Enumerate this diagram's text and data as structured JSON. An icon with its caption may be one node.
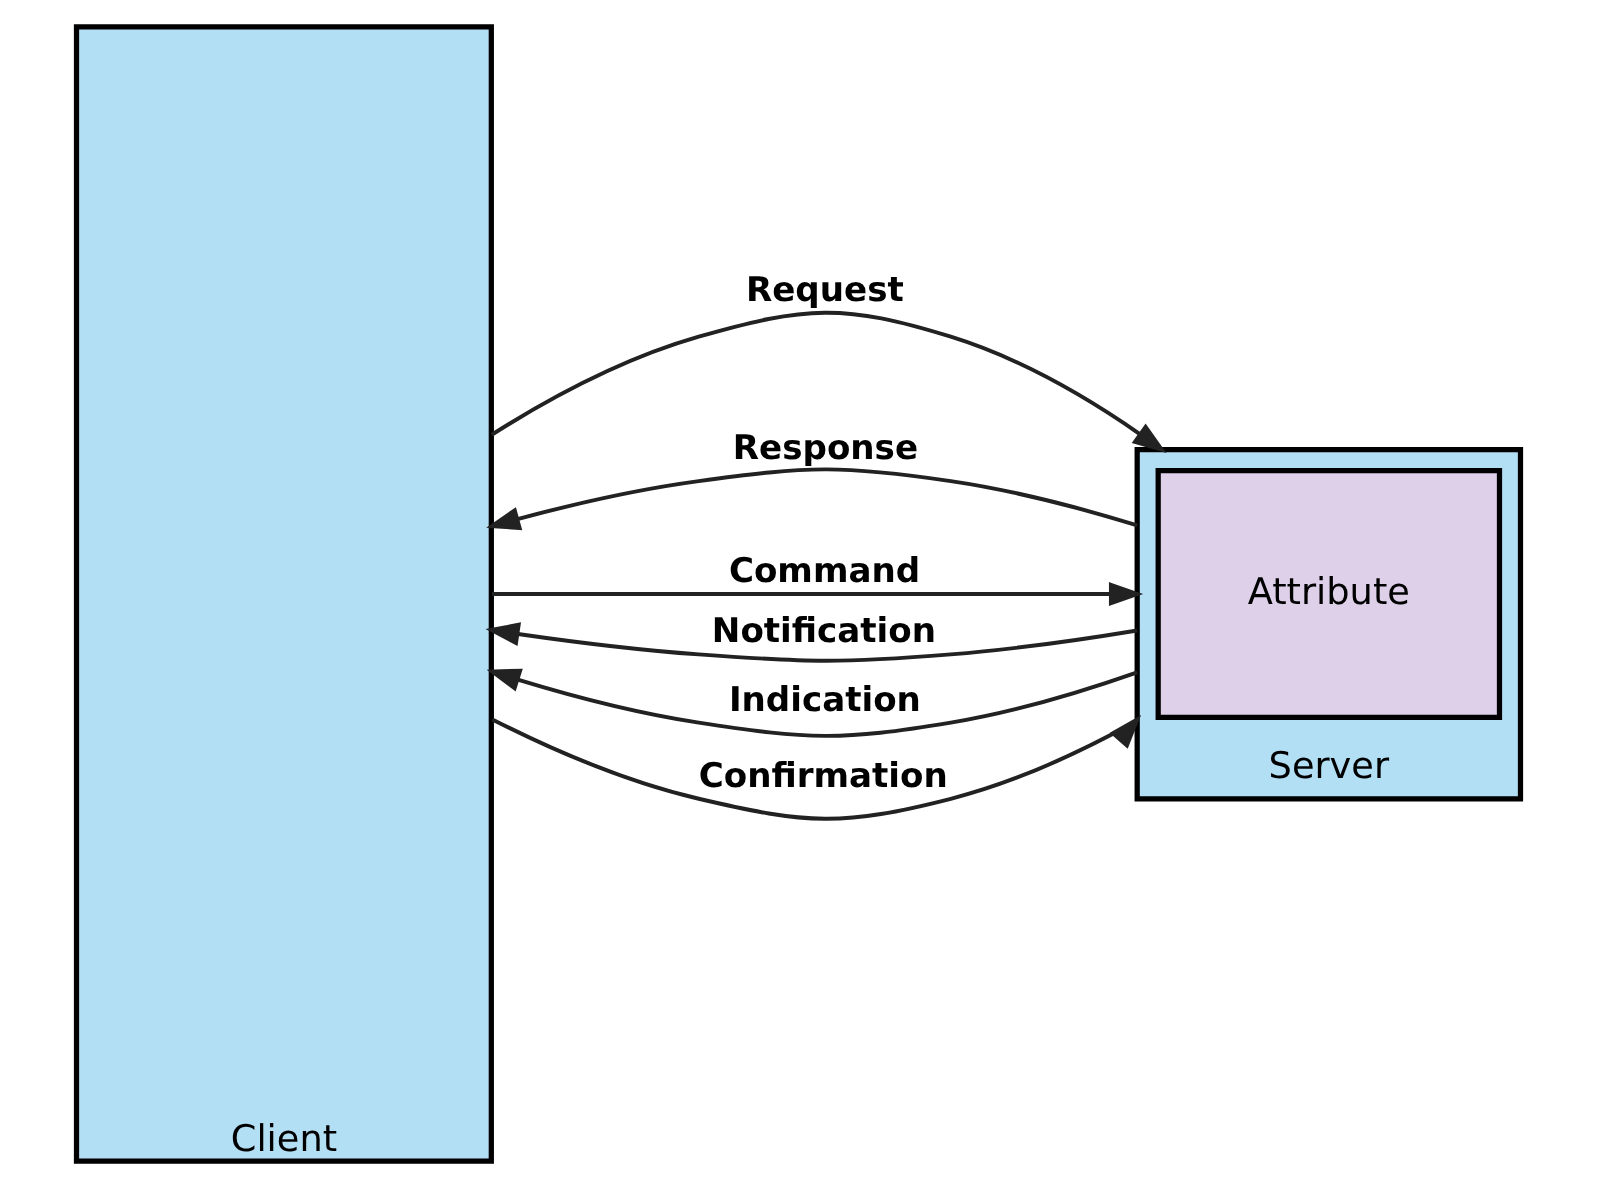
{
  "diagram": {
    "nodes": [
      {
        "text": [
          "Client"
        ]
      },
      {
        "text": [
          "Server"
        ]
      },
      {
        "text": [
          "Attribute"
        ],
        "in": 1
      }
    ],
    "edges": [
      {
        "from": 0,
        "to": 1,
        "arrow": "to",
        "label": "Request"
      },
      {
        "from": 1,
        "to": 0,
        "arrow": "to",
        "label": "Response"
      },
      {
        "from": 0,
        "to": 1,
        "arrow": "to",
        "label": "Command"
      },
      {
        "from": 1,
        "to": 0,
        "arrow": "to",
        "label": "Notification"
      },
      {
        "from": 1,
        "to": 0,
        "arrow": "to",
        "label": "Indication"
      },
      {
        "from": 0,
        "to": 1,
        "arrow": "to",
        "label": "Confirmation"
      }
    ]
  }
}
